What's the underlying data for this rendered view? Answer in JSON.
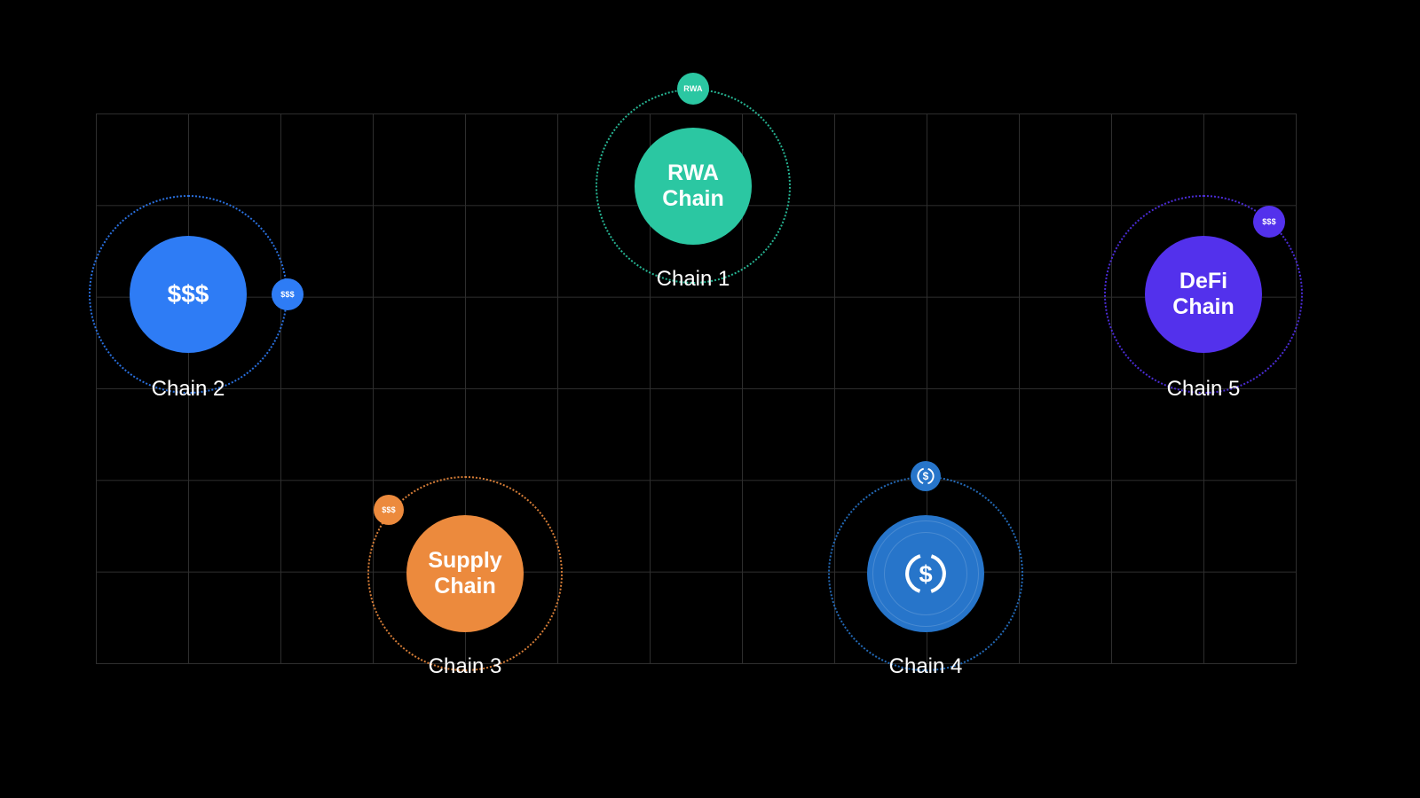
{
  "canvas": {
    "background": "#000000",
    "grid_color": "#2e2e2e"
  },
  "usdc": {
    "symbol": "$"
  },
  "nodes": [
    {
      "caption": "Chain 1",
      "label_lines": [
        "RWA",
        "Chain"
      ],
      "satellite_label": "RWA",
      "color": "#2BC7A2"
    },
    {
      "caption": "Chain 2",
      "label_lines": [
        "$$$",
        ""
      ],
      "satellite_label": "$$$",
      "color": "#2E7CF5"
    },
    {
      "caption": "Chain 3",
      "label_lines": [
        "Supply",
        "Chain"
      ],
      "satellite_label": "$$$",
      "color": "#EC8A3D"
    },
    {
      "caption": "Chain 4",
      "label_lines": [
        "",
        ""
      ],
      "satellite_label": "",
      "center_icon": "usdc-icon",
      "satellite_icon": "usdc-icon",
      "color": "#2775CA"
    },
    {
      "caption": "Chain 5",
      "label_lines": [
        "DeFi",
        "Chain"
      ],
      "satellite_label": "$$$",
      "color": "#5331EC"
    }
  ]
}
